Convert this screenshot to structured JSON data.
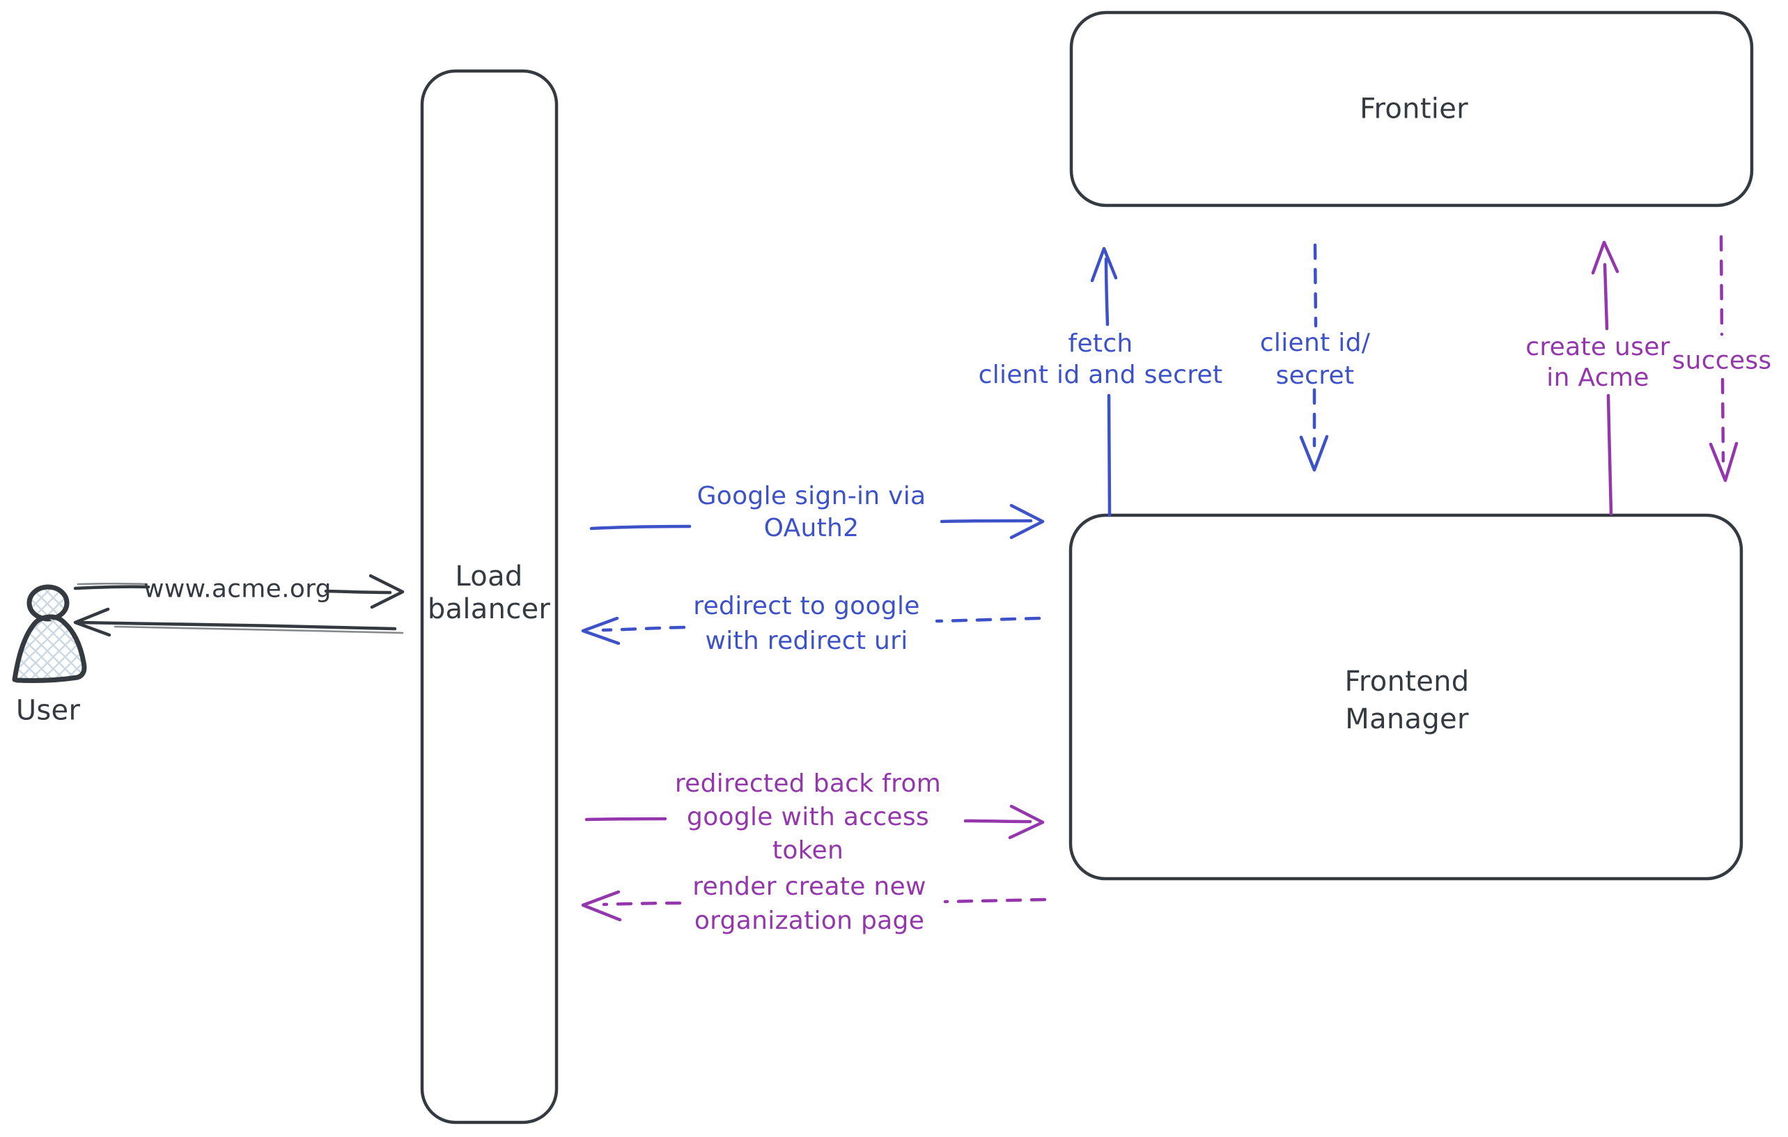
{
  "colors": {
    "ink": "#343a40",
    "blue": "#3d52c9",
    "purple": "#9436ac",
    "hatch": "#ccd9e3"
  },
  "nodes": {
    "user": {
      "label": "User"
    },
    "load_balancer": {
      "lines": [
        "Load",
        "balancer"
      ]
    },
    "frontier": {
      "label": "Frontier"
    },
    "frontend_manager": {
      "lines": [
        "Frontend",
        "Manager"
      ]
    }
  },
  "arrows": {
    "acme_request": {
      "label": "www.acme.org",
      "style": "solid",
      "color": "ink",
      "direction": "right"
    },
    "acme_response": {
      "style": "solid",
      "color": "ink",
      "direction": "left"
    },
    "google_signin": {
      "lines": [
        "Google sign-in via",
        "OAuth2"
      ],
      "style": "solid",
      "color": "blue",
      "direction": "right"
    },
    "redirect_google": {
      "lines": [
        "redirect to google",
        "with redirect uri"
      ],
      "style": "dashed",
      "color": "blue",
      "direction": "left"
    },
    "redirected_back": {
      "lines": [
        "redirected back from",
        "google with access",
        "token"
      ],
      "style": "solid",
      "color": "purple",
      "direction": "right"
    },
    "render_page": {
      "lines": [
        "render create new",
        "organization page"
      ],
      "style": "dashed",
      "color": "purple",
      "direction": "left"
    },
    "fetch_credentials": {
      "lines": [
        "fetch",
        "client id and secret"
      ],
      "style": "solid",
      "color": "blue",
      "direction": "up"
    },
    "client_id_secret": {
      "lines": [
        "client id/",
        "secret"
      ],
      "style": "dashed",
      "color": "blue",
      "direction": "down"
    },
    "create_user": {
      "lines": [
        "create user",
        "in Acme"
      ],
      "style": "solid",
      "color": "purple",
      "direction": "up"
    },
    "success": {
      "label": "success",
      "style": "dashed",
      "color": "purple",
      "direction": "down"
    }
  }
}
